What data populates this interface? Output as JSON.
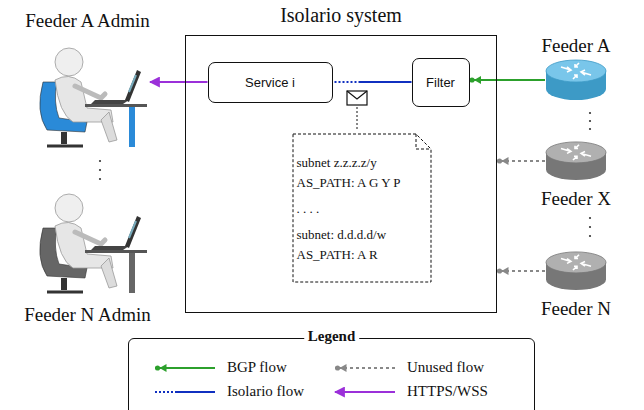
{
  "diagram": {
    "nodes": [
      {
        "text": [
          "Feeder A Admin"
        ]
      },
      {
        "text": [
          "Isolario system"
        ]
      },
      {
        "text": [
          "Service i"
        ],
        "in": 1
      },
      {
        "text": [
          "Filter"
        ],
        "in": 1
      },
      {
        "text": [
          "subnet z.z.z.z/y AS_PATH: A G Y P",
          ". . . .",
          "subnet: d.d.d.d/w AS_PATH: A R"
        ],
        "in": 1
      },
      {
        "text": [
          "Feeder A"
        ]
      },
      {
        "text": [
          "Feeder X"
        ]
      },
      {
        "text": [
          "Feeder N"
        ]
      },
      {
        "text": [
          "Feeder N Admin"
        ]
      }
    ],
    "edges": [
      {
        "from": 5,
        "to": 3,
        "arrow": "to"
      },
      {
        "from": 3,
        "to": 2,
        "arrow": "none"
      },
      {
        "from": 2,
        "to": 0,
        "arrow": "to"
      },
      {
        "from": 6,
        "to": 1,
        "arrow": "to"
      },
      {
        "from": 7,
        "to": 1,
        "arrow": "to"
      }
    ],
    "labels": [
      "Legend"
    ],
    "legend": [
      {
        "text": "BGP flow"
      },
      {
        "text": "Unused flow"
      },
      {
        "text": "Isolario flow"
      },
      {
        "text": "HTTPS/WSS"
      }
    ]
  }
}
